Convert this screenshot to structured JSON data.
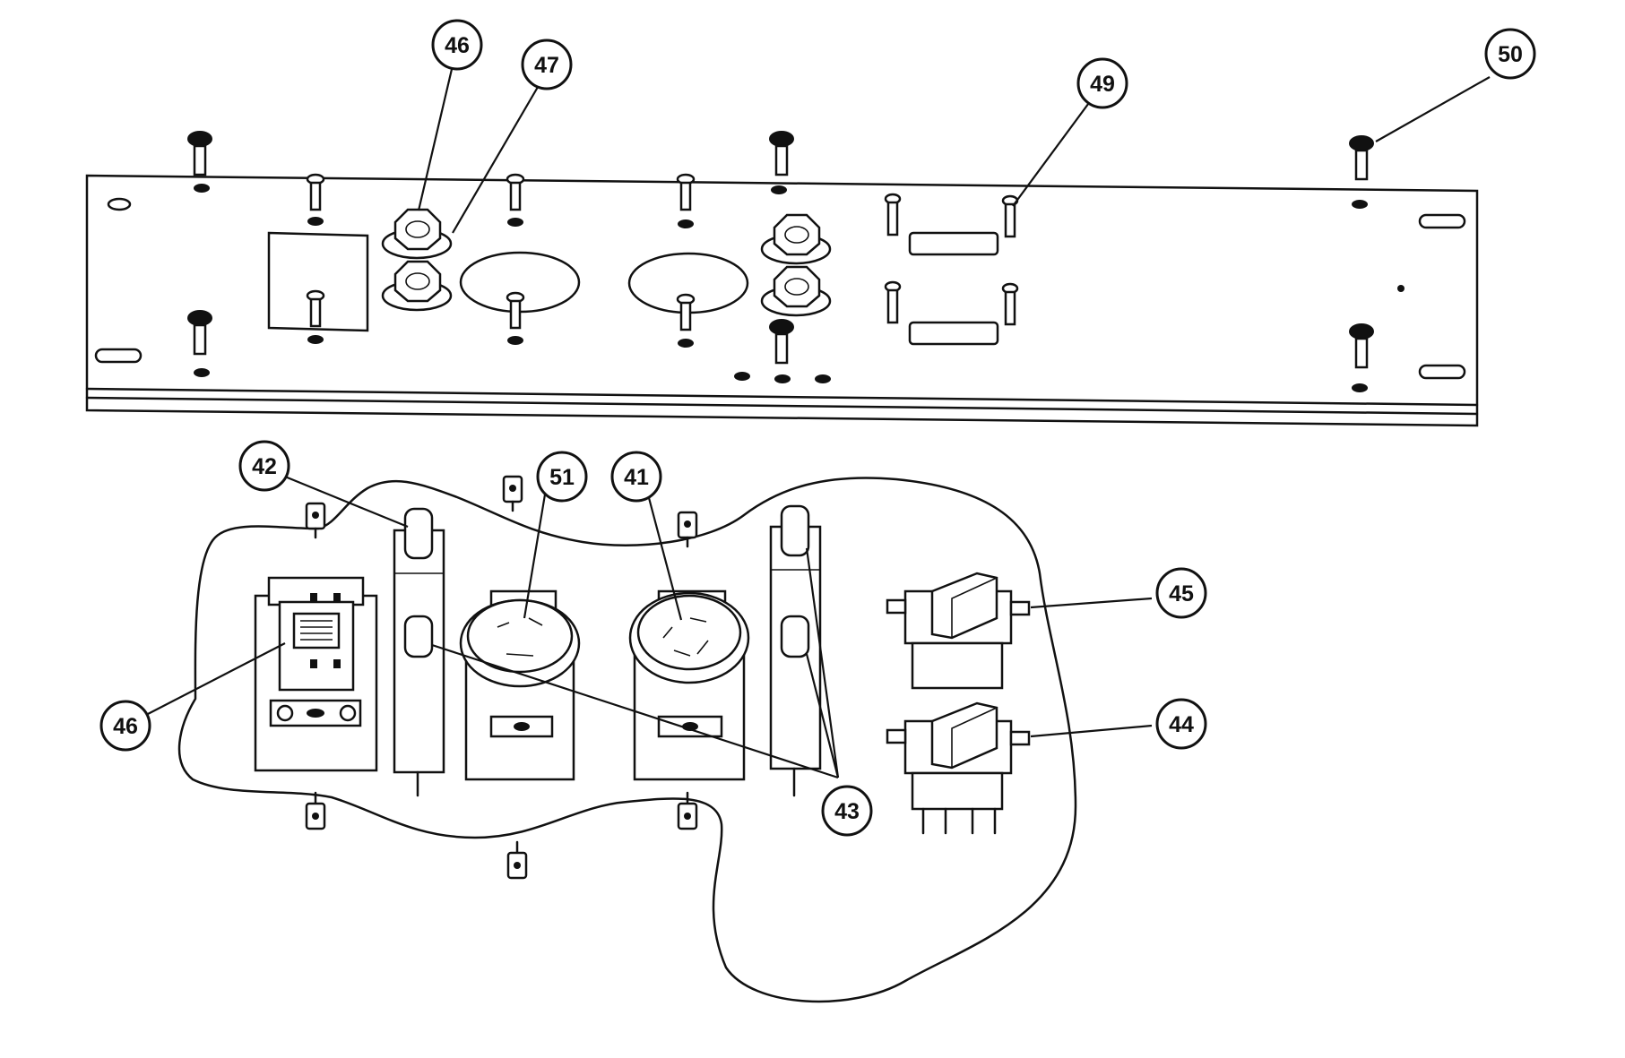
{
  "callouts": [
    {
      "id": "c46a",
      "label": "46"
    },
    {
      "id": "c47",
      "label": "47"
    },
    {
      "id": "c49",
      "label": "49"
    },
    {
      "id": "c50",
      "label": "50"
    },
    {
      "id": "c42",
      "label": "42"
    },
    {
      "id": "c51",
      "label": "51"
    },
    {
      "id": "c41",
      "label": "41"
    },
    {
      "id": "c45",
      "label": "45"
    },
    {
      "id": "c44",
      "label": "44"
    },
    {
      "id": "c46b",
      "label": "46"
    },
    {
      "id": "c43",
      "label": "43"
    }
  ]
}
